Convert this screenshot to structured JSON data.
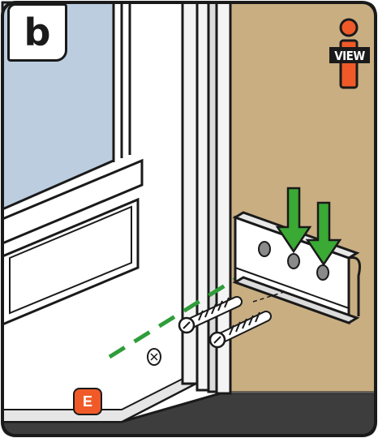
{
  "step_label": "b",
  "view_icon": {
    "label": "VIEW",
    "icon": "info-view-icon",
    "color": "#f05a28"
  },
  "part_label": "E",
  "colors": {
    "wall": "#c9ae82",
    "door": "#ffffff",
    "glass": "#bccde0",
    "floor": "#3d3d3d",
    "arrow": "#3aaa35",
    "guide_dash": "#2f9d3a",
    "outline": "#1a1a1a",
    "accent": "#f05a28"
  }
}
